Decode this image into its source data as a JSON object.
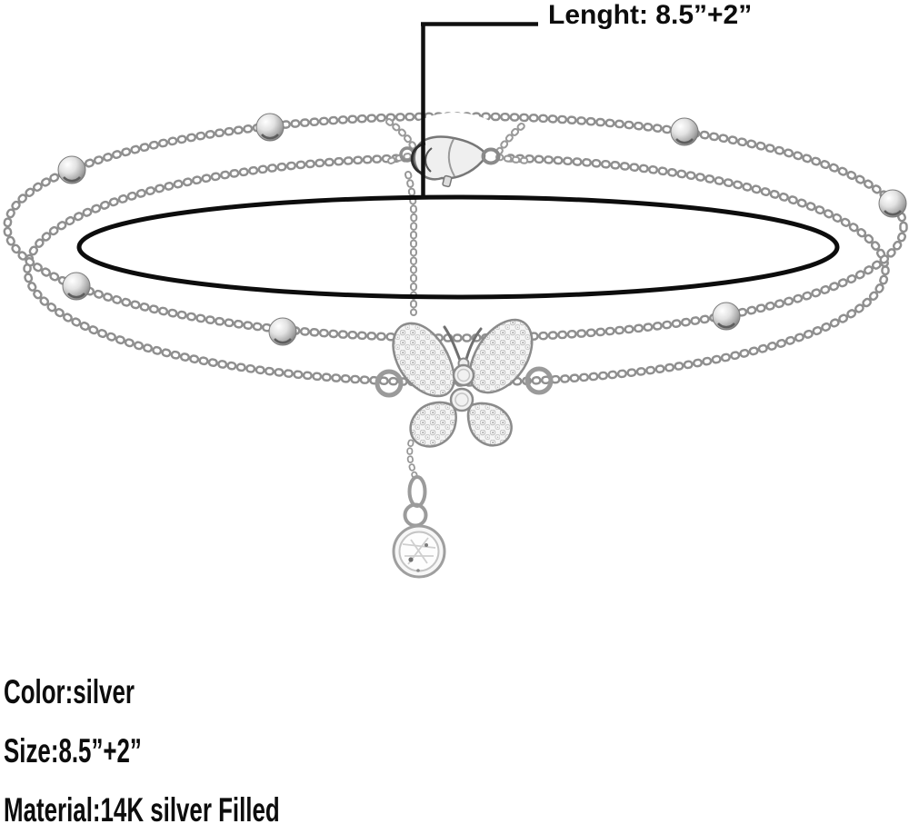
{
  "annotation": {
    "length_label": "Lenght: 8.5”+2”"
  },
  "specs": {
    "color": "Color:silver",
    "size": "Size:8.5”+2”",
    "material": "Material:14K silver Filled"
  },
  "colors": {
    "background": "#ffffff",
    "annotation_line": "#101010",
    "cord": "#0d0d0d",
    "chain_outline": "#8f8f8f",
    "chain_fill": "#ffffff",
    "silver_light": "#f2f2f2",
    "silver_mid": "#c9c9c9",
    "silver_dark": "#6f6f6f"
  },
  "elements": {
    "beaded_chain": "beaded-satellite-chain",
    "plain_chain": "cable-chain",
    "cord": "black-elastic-cord",
    "clasp": "lobster-clasp",
    "extender": "extender-chain",
    "charm": "pave-butterfly-charm",
    "drop": "bezel-crystal-drop",
    "bead_count": 7
  }
}
